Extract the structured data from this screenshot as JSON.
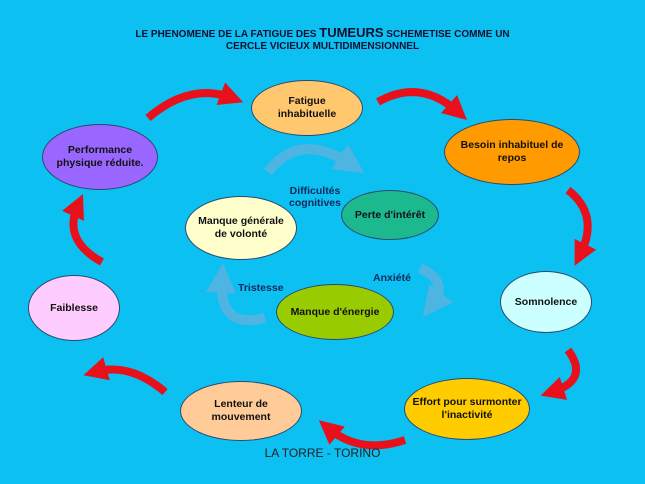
{
  "title": {
    "line1_pre": "LE PHENOMENE DE LA FATIGUE DES ",
    "line1_big": "TUMEURS",
    "line1_post": " SCHEMETISE COMME UN",
    "line2": "CERCLE VICIEUX MULTIDIMENSIONNEL"
  },
  "outer": {
    "fatigue": "Fatigue inhabituelle",
    "besoin": "Besoin inhabituel de repos",
    "somnolence": "Somnolence",
    "effort": "Effort pour surmonter l'inactivité",
    "lenteur": "Lenteur de mouvement",
    "faiblesse": "Faiblesse",
    "performance": "Performance physique réduite."
  },
  "inner": {
    "volonte": "Manque générale de volonté",
    "perte": "Perte d'intérêt",
    "energie": "Manque d'énergie",
    "difficultes": "Difficultés cognitives",
    "anxiete": "Anxiété",
    "tristesse": "Tristesse"
  },
  "footer": "LA TORRE - TORINO",
  "colors": {
    "background": "#0cc0f2",
    "arrow": "#e8101a",
    "inner_arrow": "#4aa8d8"
  }
}
